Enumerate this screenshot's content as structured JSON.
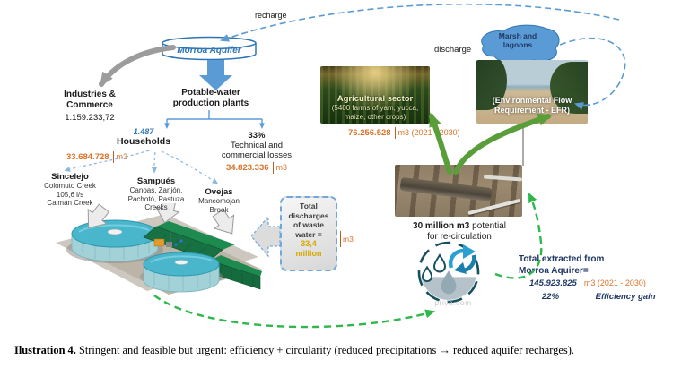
{
  "colors": {
    "accent_blue": "#2e75b6",
    "curve_blue": "#5b9bd5",
    "navy": "#1f3864",
    "orange": "#d9732b",
    "green_arrow": "#5a9e3a",
    "green_dash": "#2eb84c",
    "gold": "#d8a800",
    "gray_arrow": "#9c9c9c"
  },
  "flow_labels": {
    "recharge": "recharge",
    "discharge": "discharge"
  },
  "aquifer": {
    "label": "Morroa Aquifer"
  },
  "industries": {
    "line1": "Industries &",
    "line2": "Commerce",
    "value": "1.159.233,72"
  },
  "plants": {
    "line1": "Potable-water",
    "line2": "production plants"
  },
  "households": {
    "count": "1.487",
    "label": "Households",
    "value": "33.684.728",
    "unit": "m3"
  },
  "losses": {
    "percent": "33%",
    "line1": "Technical and",
    "line2": "commercial losses",
    "value": "34.823.336",
    "unit": "m3"
  },
  "municipalities": [
    {
      "name": "Sincelejo",
      "line1": "Colomuto Creek",
      "line2": "105,6 l/s",
      "line3": "Caimán Creek"
    },
    {
      "name": "Sampués",
      "line1": "Canoas, Zanjón,",
      "line2": "Pachotó, Pastuza",
      "line3": "Creeks"
    },
    {
      "name": "Ovejas",
      "line1": "Mancomojan",
      "line2": "Brook"
    }
  ],
  "waste_box": {
    "line1": "Total",
    "line2": "discharges",
    "line3": "of waste",
    "line4": "water =",
    "value1": "33,4",
    "value2": "million",
    "unit": "m3"
  },
  "marsh": {
    "line1": "Marsh and",
    "line2": "lagoons"
  },
  "agriculture": {
    "title": "Agricultural sector",
    "sub1": "(5400 farms of yam, yucca,",
    "sub2": "maize, other crops)",
    "value": "76.256.528",
    "unit": "m3 (2021 - 2030)"
  },
  "efr": {
    "line1": "(Environmental Flow",
    "line2": "Requirement - EFR)"
  },
  "recirculation": {
    "value": "30 million m3",
    "rest": " potential",
    "line2": "for re-circulation",
    "watermark": "priva.com"
  },
  "extraction": {
    "line1": "Total extracted from",
    "line2": "Morroa Aquirer=",
    "value": "145.923.825",
    "unit": "m3 (2021 - 2030)",
    "percent": "22%",
    "gain": "Efficiency gain"
  },
  "caption": {
    "label": "Ilustration 4.",
    "text": "Stringent and feasible but urgent: efficiency + circularity (reduced precipitations → reduced aquifer recharges)."
  }
}
